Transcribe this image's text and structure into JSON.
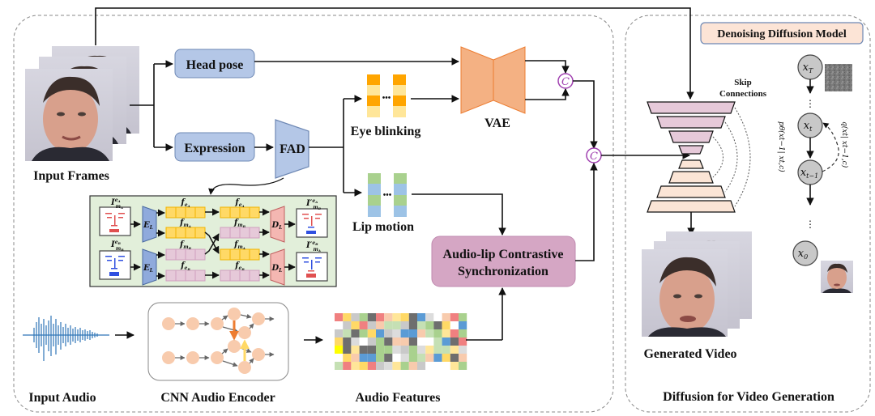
{
  "left_panel": {
    "input_frames_label": "Input Frames",
    "head_pose_label": "Head pose",
    "expression_label": "Expression",
    "fad_label": "FAD",
    "eye_blinking_label": "Eye blinking",
    "lip_motion_label": "Lip motion",
    "vae_label": "VAE",
    "concat_symbol": "C",
    "sync_label_line1": "Audio-lip Contrastive",
    "sync_label_line2": "Synchronization",
    "input_audio_label": "Input Audio",
    "cnn_encoder_label": "CNN Audio Encoder",
    "audio_features_label": "Audio Features",
    "ellipsis": "•••"
  },
  "fad_detail": {
    "image_labels": {
      "in_top": "I",
      "in_top_sub": "m",
      "in_top_subsub": "A",
      "in_top_sup": "e",
      "in_top_supsub": "A",
      "in_bottom": "I",
      "in_bottom_sub": "m",
      "in_bottom_subsub": "B",
      "in_bottom_sup": "e",
      "in_bottom_supsub": "B",
      "out_top": "I′",
      "out_top_sub": "m",
      "out_top_subsub": "B",
      "out_top_sup": "e",
      "out_top_supsub": "A",
      "out_bottom": "I′",
      "out_bottom_sub": "m",
      "out_bottom_subsub": "A",
      "out_bottom_sup": "e",
      "out_bottom_supsub": "B"
    },
    "encoder_label": "E",
    "encoder_sub": "L",
    "decoder_label": "D",
    "decoder_sub": "L",
    "features": {
      "f_eA": "f",
      "f_eA_sub": "e",
      "f_eA_subsub": "A",
      "f_mA_sub": "m",
      "f_mA_subsub": "A",
      "f_mB_sub": "m",
      "f_mB_subsub": "B",
      "f_eB_sub": "e",
      "f_eB_subsub": "B"
    }
  },
  "right_panel": {
    "title": "Denoising Diffusion Model",
    "skip_label_line1": "Skip",
    "skip_label_line2": "Connections",
    "generated_video_label": "Generated Video",
    "panel_caption": "Diffusion for Video Generation",
    "nodes": {
      "xT": "x",
      "xT_sub": "T",
      "xt": "x",
      "xt_sub": "t",
      "xt1": "x",
      "xt1_sub": "t−1",
      "x0": "x",
      "x0_sub": "0"
    },
    "reverse_process": "pθ(xt−1| xt,c)",
    "forward_process": "q(xt| xt−1,c)",
    "vdots": "⋮"
  },
  "colors": {
    "blue_box": "#b4c7e7",
    "blue_border": "#6e88b4",
    "orange_vae": "#f4b183",
    "orange_border": "#ed7d31",
    "purple_sync": "#d5a6c4",
    "purple_concat": "#a040b0",
    "green_panel": "#e2efda",
    "yellow_feat": "#ffc000",
    "light_yellow": "#ffe699",
    "pink_feat": "#e6c9d9",
    "beige_title": "#fce4d6",
    "skin_node": "#f8cbad",
    "grey_node": "#c8c8c8"
  }
}
